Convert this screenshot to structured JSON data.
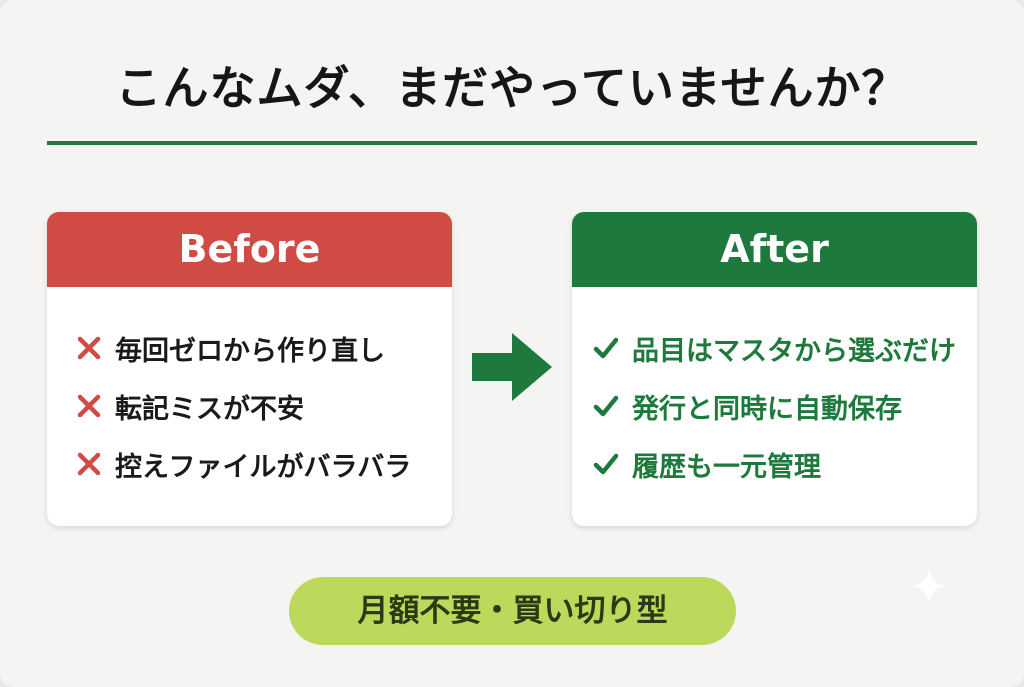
{
  "title": "こんなムダ、まだやっていませんか？",
  "before": {
    "heading": "Before",
    "items": [
      {
        "icon": "cross-icon",
        "text": "毎回ゼロから作り直し"
      },
      {
        "icon": "cross-icon",
        "text": "転記ミスが不安"
      },
      {
        "icon": "cross-icon",
        "text": "控えファイルがバラバラ"
      }
    ]
  },
  "after": {
    "heading": "After",
    "items": [
      {
        "icon": "check-icon",
        "text": "品目はマスタから選ぶだけ"
      },
      {
        "icon": "check-icon",
        "text": "発行と同時に自動保存"
      },
      {
        "icon": "check-icon",
        "text": "履歴も一元管理"
      }
    ]
  },
  "badge": "月額不要・買い切り型",
  "colors": {
    "before_accent": "#cf4b44",
    "after_accent": "#1d7a3c",
    "badge_bg": "#bcd95c",
    "divider": "#1f7a3e"
  },
  "arrow_icon": "right-arrow-icon"
}
